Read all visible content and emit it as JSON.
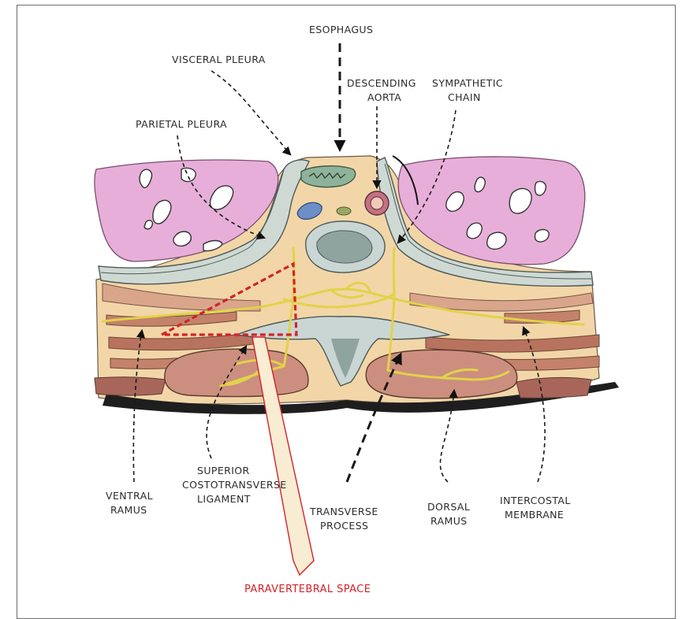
{
  "labels": {
    "esophagus": "ESOPHAGUS",
    "visceral_pleura": "VISCERAL PLEURA",
    "descending_aorta_1": "DESCENDING",
    "descending_aorta_2": "AORTA",
    "sympathetic_chain_1": "SYMPATHETIC",
    "sympathetic_chain_2": "CHAIN",
    "parietal_pleura": "PARIETAL PLEURA",
    "ventral_ramus_1": "VENTRAL",
    "ventral_ramus_2": "RAMUS",
    "sctl_1": "SUPERIOR",
    "sctl_2": "COSTOTRANSVERSE",
    "sctl_3": "LIGAMENT",
    "transverse_process_1": "TRANSVERSE",
    "transverse_process_2": "PROCESS",
    "dorsal_ramus_1": "DORSAL",
    "dorsal_ramus_2": "RAMUS",
    "intercostal_membrane_1": "INTERCOSTAL",
    "intercostal_membrane_2": "MEMBRANE",
    "paravertebral_space": "PARAVERTEBRAL SPACE"
  },
  "colors": {
    "lung": "#e7a9d8",
    "tissue": "#f3d6a6",
    "muscle": "#c9907a",
    "pleura": "#c9d6d2",
    "bone": "#cfd9d6",
    "nerve": "#e2d24a",
    "paravertebral_outline": "#d2232a",
    "needle_fill": "#f8ecd2"
  }
}
